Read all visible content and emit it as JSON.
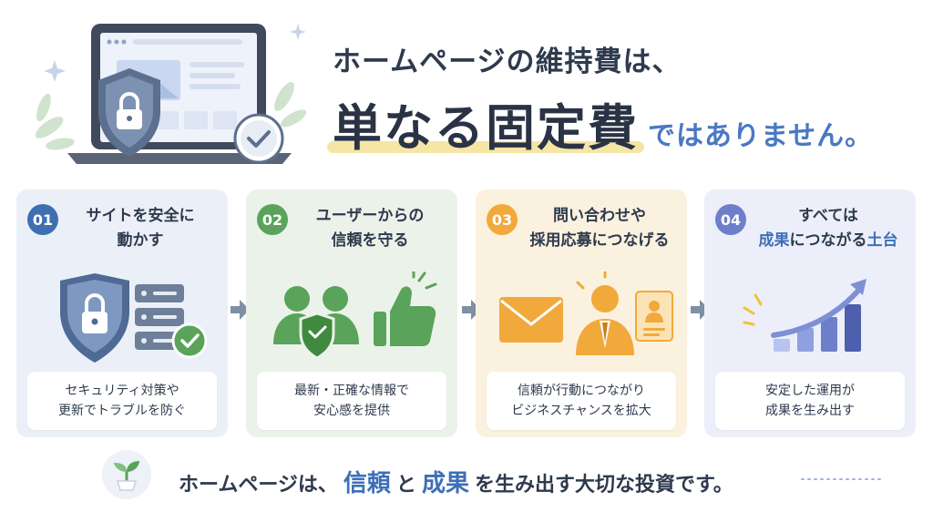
{
  "header": {
    "line1": "ホームページの維持費は、",
    "big": "単なる固定費",
    "suffix": "ではありません。"
  },
  "colors": {
    "blue": "#3f6fb0",
    "green": "#5aa35a",
    "orange": "#f2a93b",
    "purple": "#6d7fca",
    "accent_text": "#3d6fb8"
  },
  "cards": [
    {
      "num": "01",
      "title_l1": "サイトを安全に",
      "title_l2": "動かす",
      "desc_l1": "セキュリティ対策や",
      "desc_l2": "更新でトラブルを防ぐ"
    },
    {
      "num": "02",
      "title_l1": "ユーザーからの",
      "title_l2": "信頼を守る",
      "desc_l1": "最新・正確な情報で",
      "desc_l2": "安心感を提供"
    },
    {
      "num": "03",
      "title_l1": "問い合わせや",
      "title_l2": "採用応募につなげる",
      "desc_l1": "信頼が行動につながり",
      "desc_l2": "ビジネスチャンスを拡大"
    },
    {
      "num": "04",
      "title_l1": "すべては",
      "title_l2a": "成果",
      "title_l2b": "につながる",
      "title_l2c": "土台",
      "desc_l1": "安定した運用が",
      "desc_l2": "成果を生み出す"
    }
  ],
  "footer": {
    "pre": "ホームページは、",
    "hl1": "信頼",
    "mid": "と",
    "hl2": "成果",
    "post": "を生み出す大切な投資です。"
  }
}
